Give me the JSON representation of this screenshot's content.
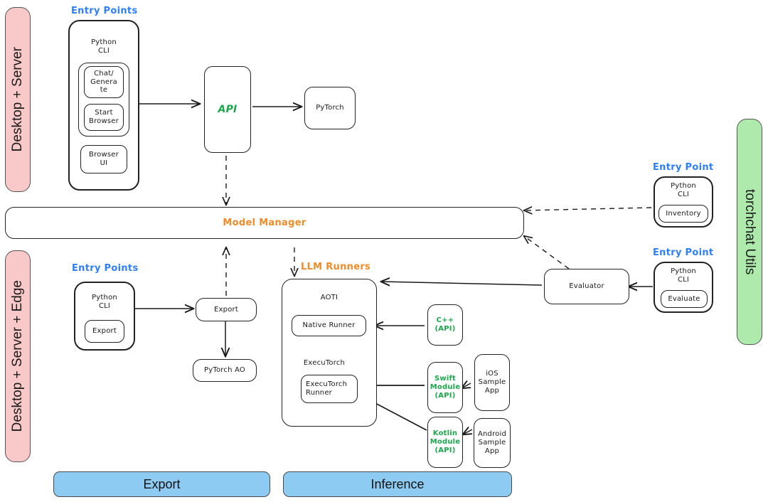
{
  "title": "torchchat architecture diagram",
  "palette": {
    "pink": "#f9c8c9",
    "green": "#aeeaab",
    "blue_legend": "#8ecbf2",
    "caption_blue": "#2d7ff9",
    "caption_orange": "#f08b27",
    "api_green_text": "#1aa84a",
    "stroke": "#222222"
  },
  "side_bars": {
    "top_left": "Desktop + Server",
    "bottom_left": "Desktop + Server + Edge",
    "right": "torchchat Utils"
  },
  "captions": {
    "entry_points_top": "Entry Points",
    "entry_points_export": "Entry Points",
    "entry_point_inventory": "Entry Point",
    "entry_point_evaluate": "Entry Point",
    "llm_runners": "LLM Runners"
  },
  "model_manager": {
    "label": "Model Manager"
  },
  "top_flow": {
    "cli_label": "Python\nCLI",
    "chat_generate": "Chat/\nGenera\nte",
    "start_browser": "Start\nBrowser",
    "browser_ui": "Browser\nUI",
    "api": "API",
    "pytorch": "PyTorch"
  },
  "export_flow": {
    "cli_label": "Python\nCLI",
    "export_entry": "Export",
    "export_node": "Export",
    "pytorch_ao": "PyTorch AO"
  },
  "runners": {
    "aoti_label": "AOTI",
    "native_runner": "Native Runner",
    "executorch_label": "ExecuTorch",
    "executorch_runner": "ExecuTorch\nRunner"
  },
  "apis": {
    "cpp": "C++\n(API)",
    "swift": "Swift\nModule\n(API)",
    "kotlin": "Kotlin\nModule\n(API)"
  },
  "sample_apps": {
    "ios": "iOS\nSample\nApp",
    "android": "Android\nSample\nApp"
  },
  "utils": {
    "cli_label_inventory": "Python\nCLI",
    "inventory": "Inventory",
    "cli_label_evaluate": "Python\nCLI",
    "evaluate": "Evaluate",
    "evaluator": "Evaluator"
  },
  "legend": {
    "export": "Export",
    "inference": "Inference"
  }
}
